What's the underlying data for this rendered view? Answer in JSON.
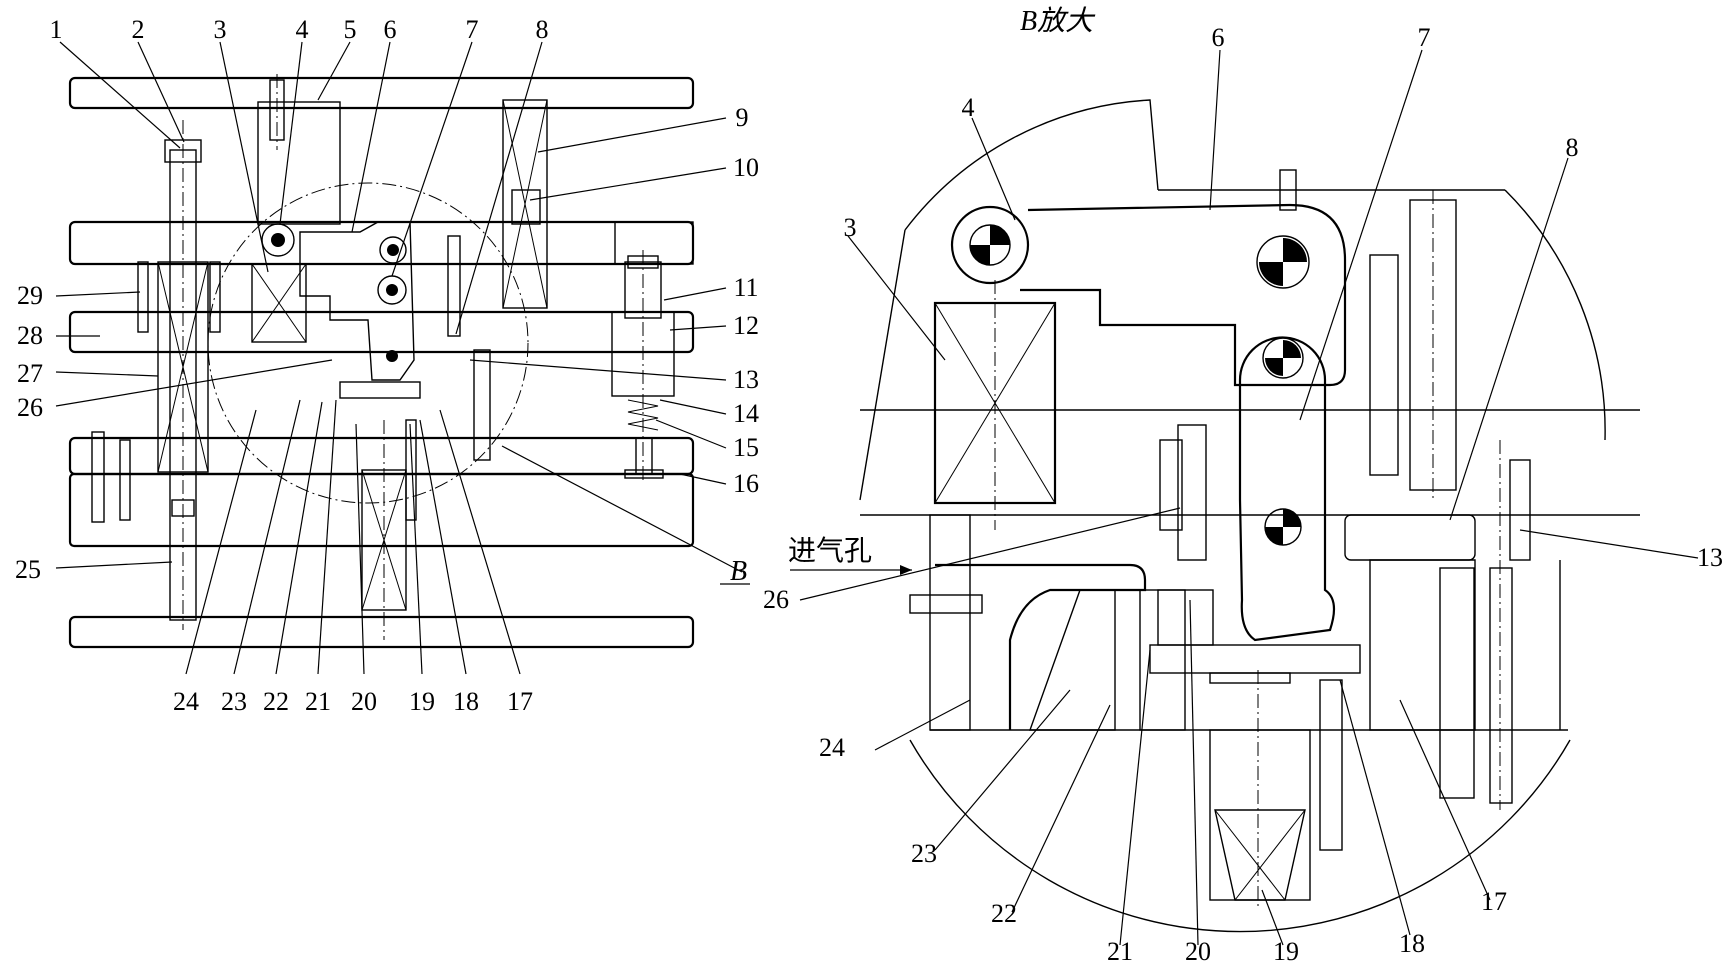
{
  "title": "B放大",
  "inlet_label": "进气孔",
  "detail_marker": "B",
  "left_view": {
    "callouts": [
      "1",
      "2",
      "3",
      "4",
      "5",
      "6",
      "7",
      "8",
      "9",
      "10",
      "11",
      "12",
      "13",
      "14",
      "15",
      "16",
      "17",
      "18",
      "19",
      "20",
      "21",
      "22",
      "23",
      "24",
      "25",
      "26",
      "27",
      "28",
      "29"
    ]
  },
  "detail_view": {
    "callouts": [
      "3",
      "4",
      "6",
      "7",
      "8",
      "13",
      "17",
      "18",
      "19",
      "20",
      "21",
      "22",
      "23",
      "24",
      "26"
    ]
  }
}
